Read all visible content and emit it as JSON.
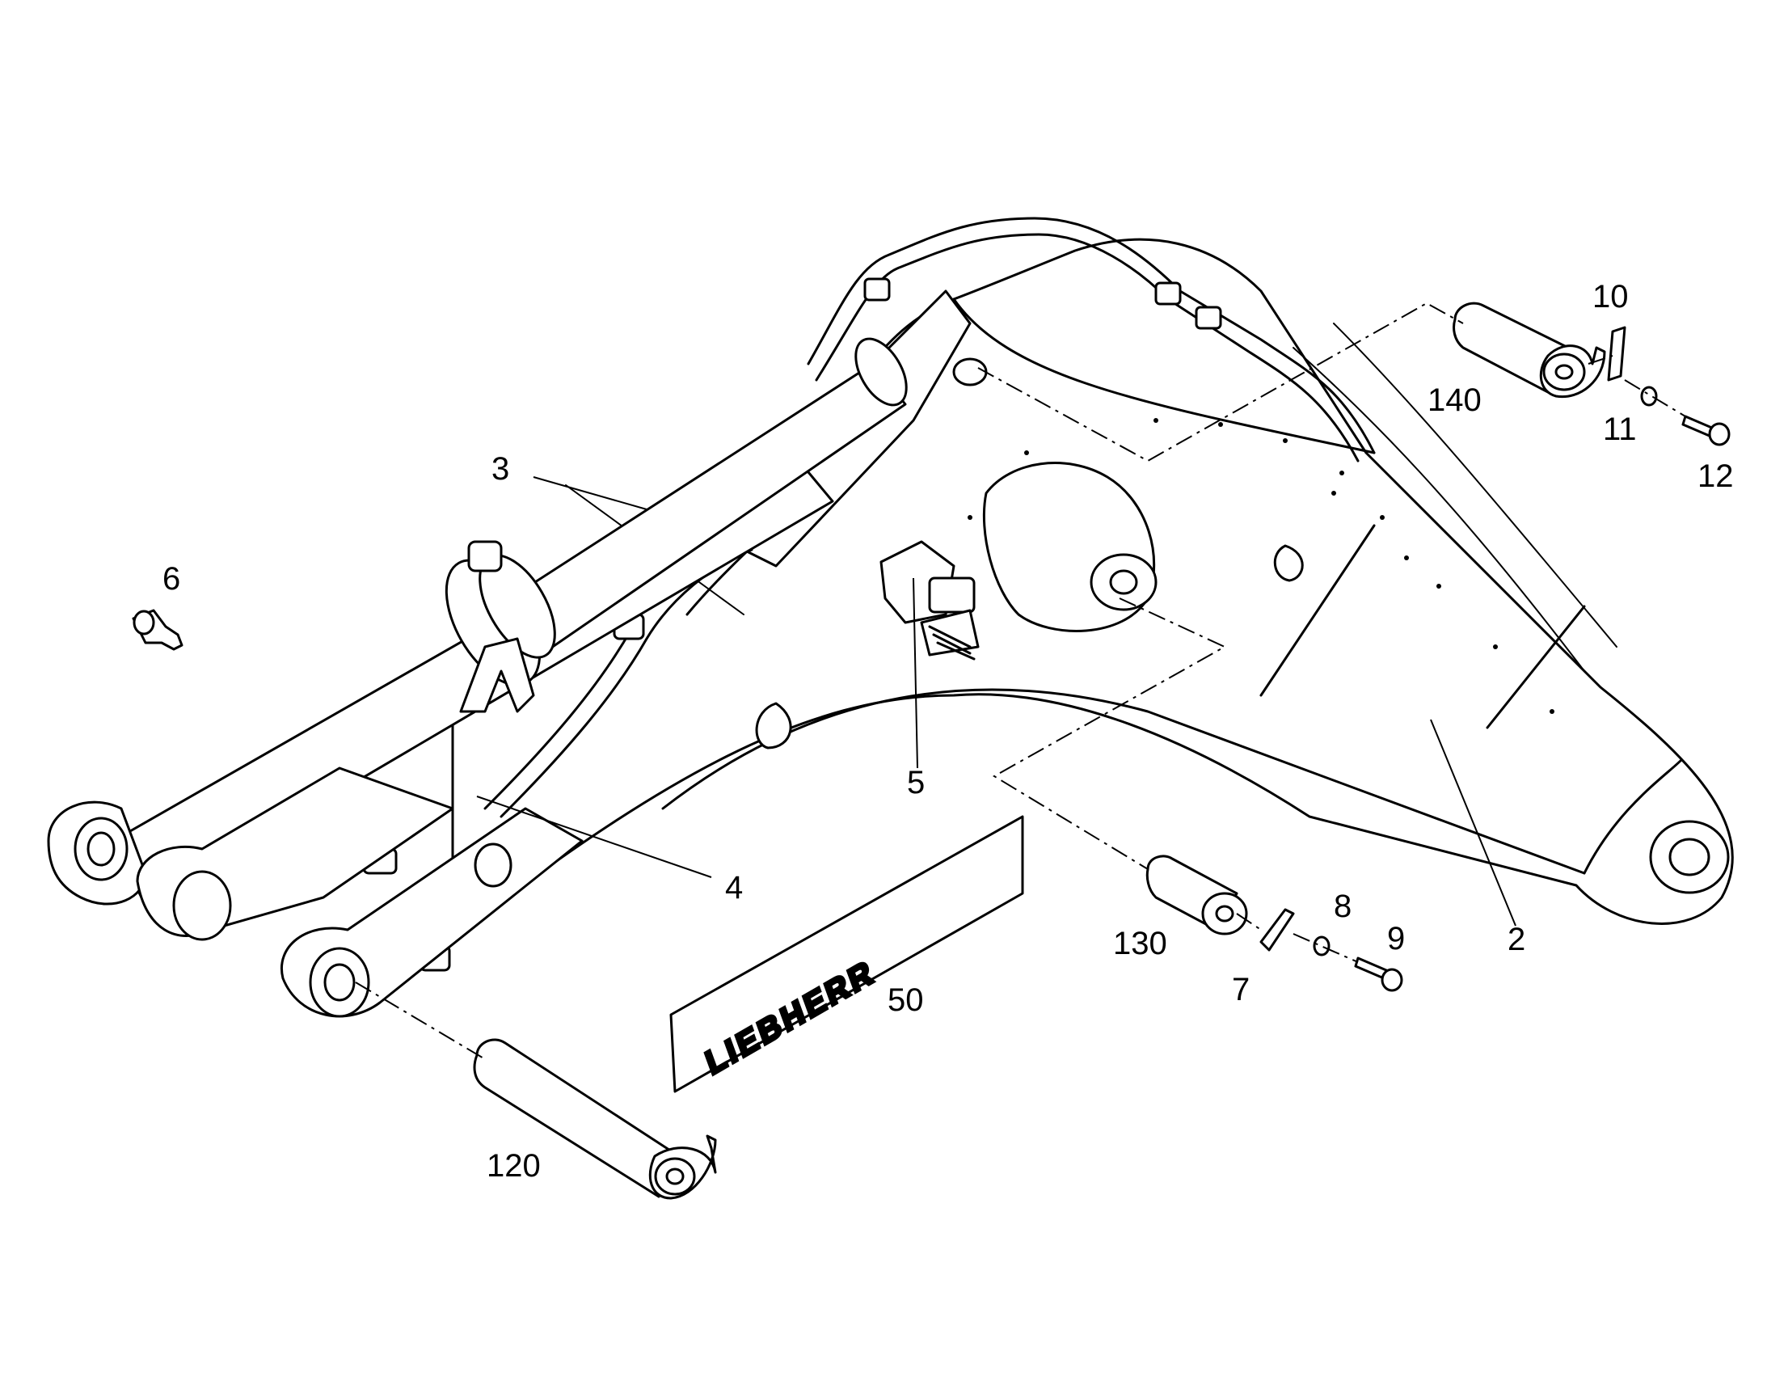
{
  "diagram": {
    "brand_logo_text": "LIEBHERR",
    "callouts": [
      {
        "id": "c2",
        "text": "2"
      },
      {
        "id": "c3",
        "text": "3"
      },
      {
        "id": "c4",
        "text": "4"
      },
      {
        "id": "c5",
        "text": "5"
      },
      {
        "id": "c6",
        "text": "6"
      },
      {
        "id": "c7",
        "text": "7"
      },
      {
        "id": "c8",
        "text": "8"
      },
      {
        "id": "c9",
        "text": "9"
      },
      {
        "id": "c10",
        "text": "10"
      },
      {
        "id": "c11",
        "text": "11"
      },
      {
        "id": "c12",
        "text": "12"
      },
      {
        "id": "c50",
        "text": "50"
      },
      {
        "id": "c120",
        "text": "120"
      },
      {
        "id": "c130",
        "text": "130"
      },
      {
        "id": "c140",
        "text": "140"
      }
    ]
  }
}
